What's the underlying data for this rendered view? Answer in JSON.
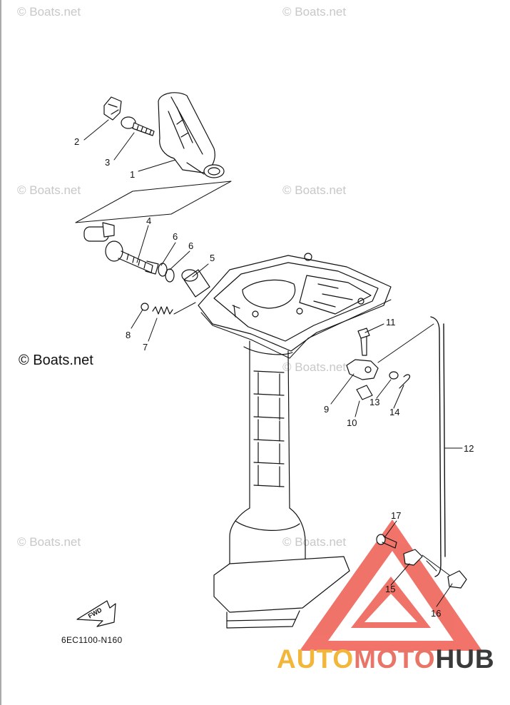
{
  "watermarks": [
    "© Boats.net",
    "© Boats.net",
    "© Boats.net",
    "© Boats.net",
    "© Boats.net",
    "© Boats.net",
    "© Boats.net"
  ],
  "copyright": "© Boats.net",
  "diagram_code": "6EC1100-N160",
  "fwd_label": "FWD",
  "brand": {
    "part1": "AUTO",
    "part2": "MOTO",
    "part3": "HUB"
  },
  "colors": {
    "logo_red": "#ee5b4f",
    "logo_yellow": "#f2b63a",
    "logo_dark": "#3a3a3a",
    "line": "#111111"
  },
  "callouts": [
    "1",
    "2",
    "3",
    "4",
    "6",
    "6",
    "5",
    "8",
    "7",
    "11",
    "9",
    "13",
    "10",
    "14",
    "12",
    "17",
    "15",
    "16"
  ]
}
